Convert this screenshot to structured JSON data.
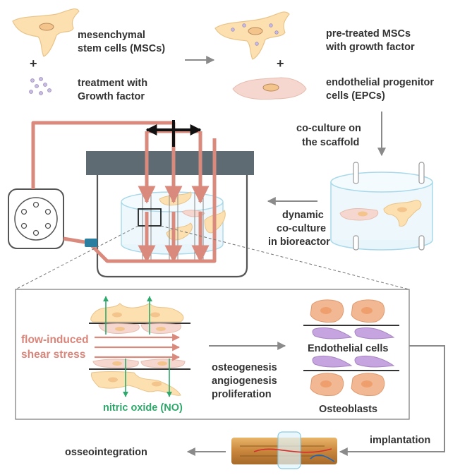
{
  "colors": {
    "msc_fill": "#fde0b0",
    "msc_stroke": "#e9c48a",
    "epc_fill": "#f6d7cf",
    "nucleus_fill": "#f3c48b",
    "growth_factor_dot": "#b9a6d3",
    "tube": "#d98a7d",
    "bioreactor_lid": "#5f6b73",
    "scaffold": "#a8d8ea",
    "arrow_gray": "#8a8a8a",
    "osteoblast_fill": "#f2b893",
    "endothelial_fill": "#c6a4df",
    "nitric_oxide_green": "#2ea96b",
    "flow_text": "#d9857a"
  },
  "icons": [
    "msc-cell-icon",
    "growth-factor-dots-icon",
    "epc-cell-icon",
    "pump-icon",
    "bioreactor-icon",
    "scaffold-icon",
    "osteoblast-icon",
    "endothelial-cell-icon",
    "implant-icon"
  ],
  "labels": {
    "msc_line1": "mesenchymal",
    "msc_line2": "stem cells (MSCs)",
    "plus": "+",
    "gf_line1": "treatment with",
    "gf_line2": "Growth factor",
    "pretreated_line1": "pre-treated MSCs",
    "pretreated_line2": "with growth factor",
    "epc_line1": "endothelial progenitor",
    "epc_line2": "cells (EPCs)",
    "coculture_line1": "co-culture on",
    "coculture_line2": "the scaffold",
    "dynamic_line1": "dynamic",
    "dynamic_line2": "co-culture",
    "dynamic_line3": "in bioreactor",
    "flow_line1": "flow-induced",
    "flow_line2": "shear stress",
    "nitric_oxide_pre": "nitric oxide (",
    "nitric_oxide_abbr": "NO",
    "nitric_oxide_post": ")",
    "outcome_line1": "osteogenesis",
    "outcome_line2": "angiogenesis",
    "outcome_line3": "proliferation",
    "endothelial_cells": "Endothelial cells",
    "osteoblasts": "Osteoblasts",
    "implantation": "implantation",
    "osseointegration": "osseointegration"
  }
}
